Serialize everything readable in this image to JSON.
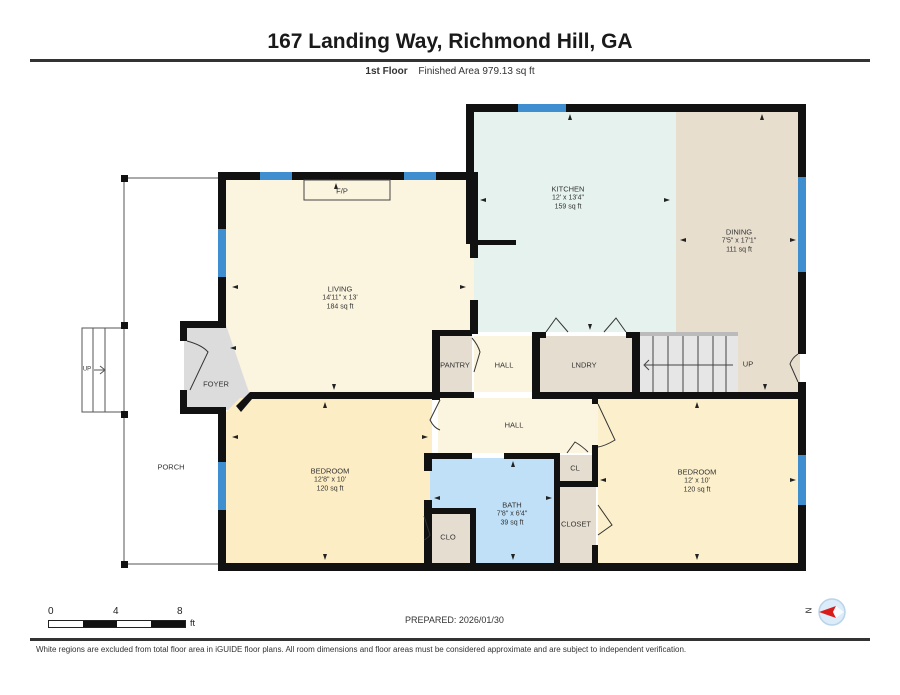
{
  "header": {
    "title": "167 Landing Way, Richmond Hill, GA",
    "floor_label": "1st Floor",
    "finished_area": "Finished Area 979.13 sq ft"
  },
  "rooms": {
    "kitchen": {
      "name": "KITCHEN",
      "dims": "12' x 13'4\"",
      "area": "159 sq ft",
      "color": "#e6f2ee"
    },
    "dining": {
      "name": "DINING",
      "dims": "7'5\" x 17'1\"",
      "area": "111 sq ft",
      "color": "#e8dece"
    },
    "living": {
      "name": "LIVING",
      "dims": "14'11\" x 13'",
      "area": "184 sq ft",
      "color": "#fbf5e0"
    },
    "fireplace": {
      "name": "F/P"
    },
    "foyer": {
      "name": "FOYER",
      "color": "#dcdcdc"
    },
    "pantry": {
      "name": "PANTRY",
      "color": "#e5ddd0"
    },
    "hall_upper": {
      "name": "HALL",
      "color": "#fbf5e0"
    },
    "laundry": {
      "name": "LNDRY",
      "color": "#e5ddd0"
    },
    "stairs": {
      "label": "UP",
      "color": "#e6e6e6"
    },
    "hall_lower": {
      "name": "HALL",
      "color": "#fbf5e0"
    },
    "bedroom_left": {
      "name": "BEDROOM",
      "dims": "12'8\" x 10'",
      "area": "120 sq ft",
      "color": "#fcedc4"
    },
    "bath": {
      "name": "BATH",
      "dims": "7'8\" x 6'4\"",
      "area": "39 sq ft",
      "color": "#bfe0f7"
    },
    "clo": {
      "name": "CLO",
      "color": "#e5ddd0"
    },
    "cl": {
      "name": "CL",
      "color": "#e5ddd0"
    },
    "closet": {
      "name": "CLOSET",
      "color": "#e5ddd0"
    },
    "bedroom_right": {
      "name": "BEDROOM",
      "dims": "12' x 10'",
      "area": "120 sq ft",
      "color": "#fcf0cc"
    },
    "porch": {
      "name": "PORCH"
    },
    "porch_steps": {
      "label": "UP"
    }
  },
  "colors": {
    "wall": "#111111",
    "window": "#3f8fd0"
  },
  "scale": {
    "ticks": [
      "0",
      "4",
      "8"
    ],
    "unit": "ft"
  },
  "prepared": "PREPARED: 2026/01/30",
  "compass": {
    "label": "N"
  },
  "disclaimer": "White regions are excluded from total floor area in iGUIDE floor plans. All room dimensions and floor areas must be considered approximate and are subject to independent verification."
}
